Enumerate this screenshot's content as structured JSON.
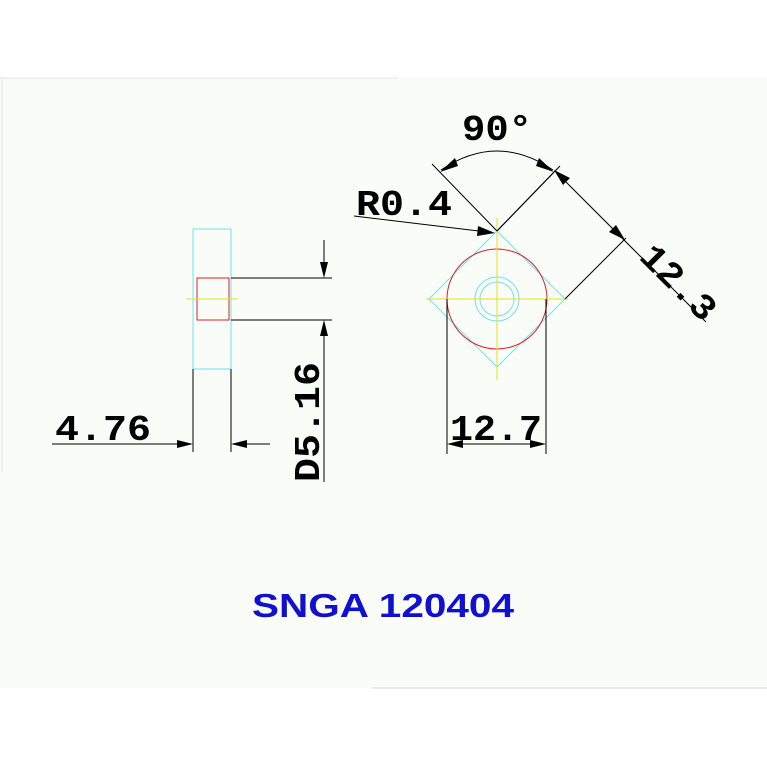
{
  "drawing": {
    "dimensions": {
      "thickness": "4.76",
      "inscribed_circle": "D5.16",
      "width": "12.7",
      "angle": "90°",
      "corner_radius": "R0.4",
      "edge_length": "12.3"
    },
    "designation": "SNGA 120404"
  },
  "colors": {
    "background": "#fafcf8",
    "dimension_lines": "#000000",
    "outline_cyan": "#6fe3ee",
    "hole_red": "#e02020",
    "centerline_yellow": "#e6e020",
    "title_blue": "#1010d0"
  }
}
